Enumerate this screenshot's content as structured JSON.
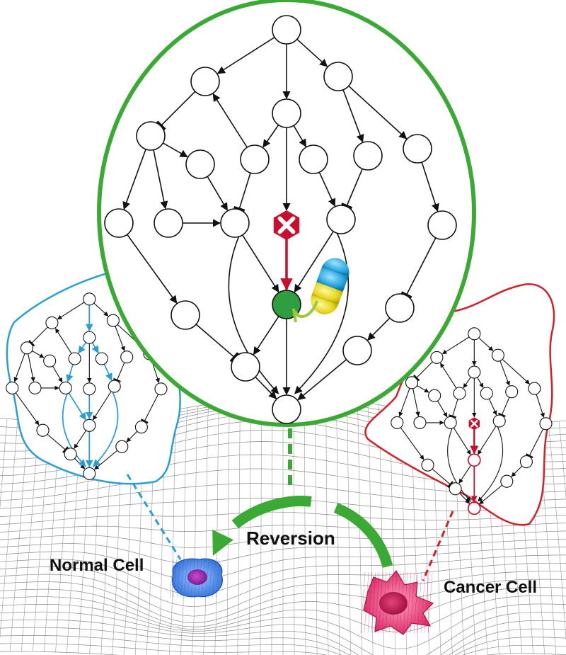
{
  "labels": {
    "reversion": "Reversion",
    "normal_cell": "Normal Cell",
    "cancer_cell": "Cancer Cell"
  },
  "colors": {
    "main_boundary": "#3aaa35",
    "normal_boundary": "#2a9fd6",
    "cancer_boundary": "#d2202a",
    "inhibited_node": "#c8102e",
    "target_node": "#2e9e3e",
    "normal_cell": "#3d8be0",
    "cancer_cell": "#e5336b",
    "nucleus": "#8a1f8c"
  },
  "icons": {
    "inhibited_node": "x-hexagon-icon",
    "drug": "capsule-icon",
    "reversion_arrow": "curved-arrow-icon"
  }
}
